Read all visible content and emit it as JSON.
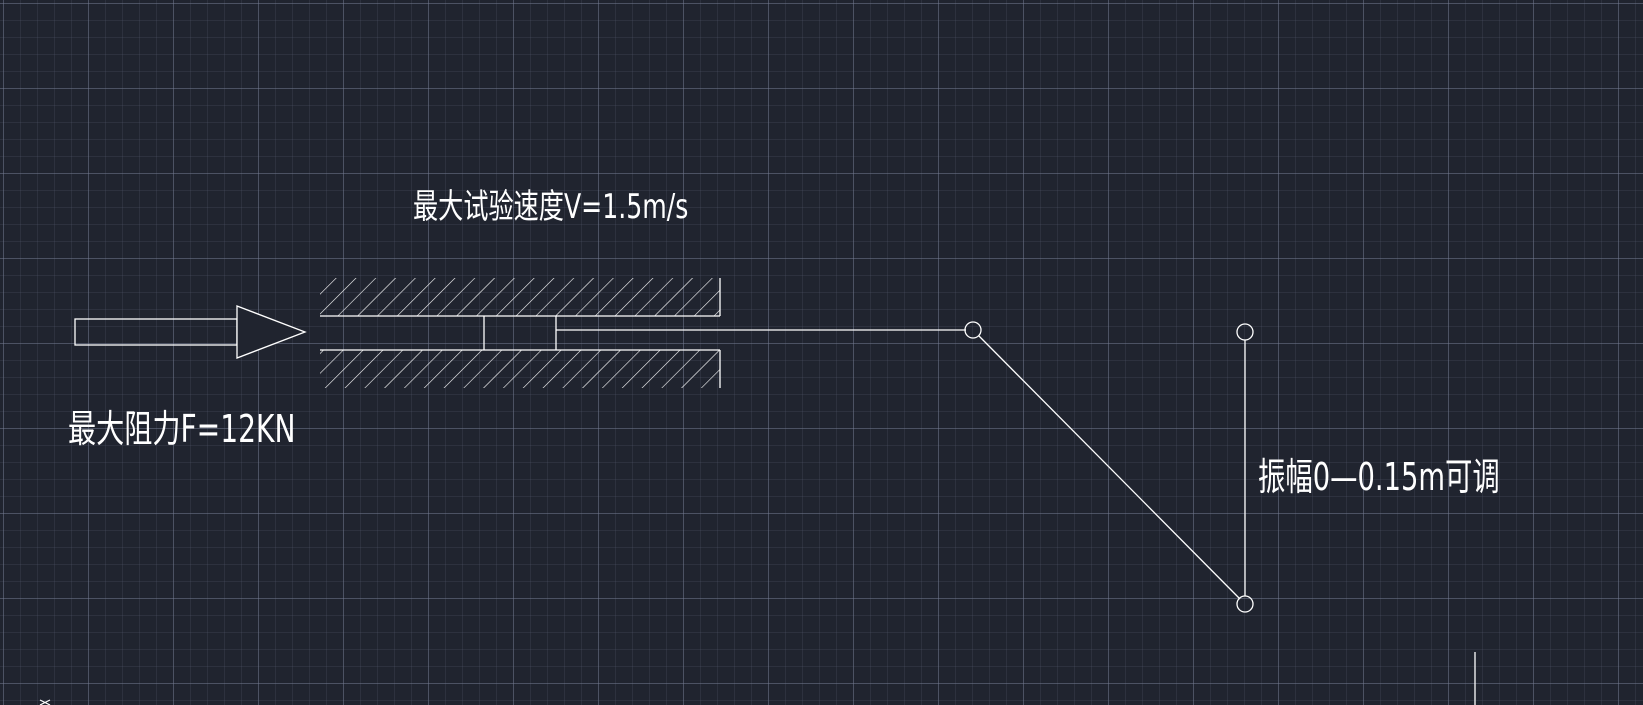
{
  "drawing": {
    "speed_label": "最大试验速度V=1.5m/s",
    "force_label": "最大阻力F=12KN",
    "amplitude_label": "振幅0—0.15m可调"
  },
  "colors": {
    "background": "#20242f",
    "grid_major": "#787e96",
    "grid_minor": "#5a6073",
    "line": "#ffffff"
  }
}
